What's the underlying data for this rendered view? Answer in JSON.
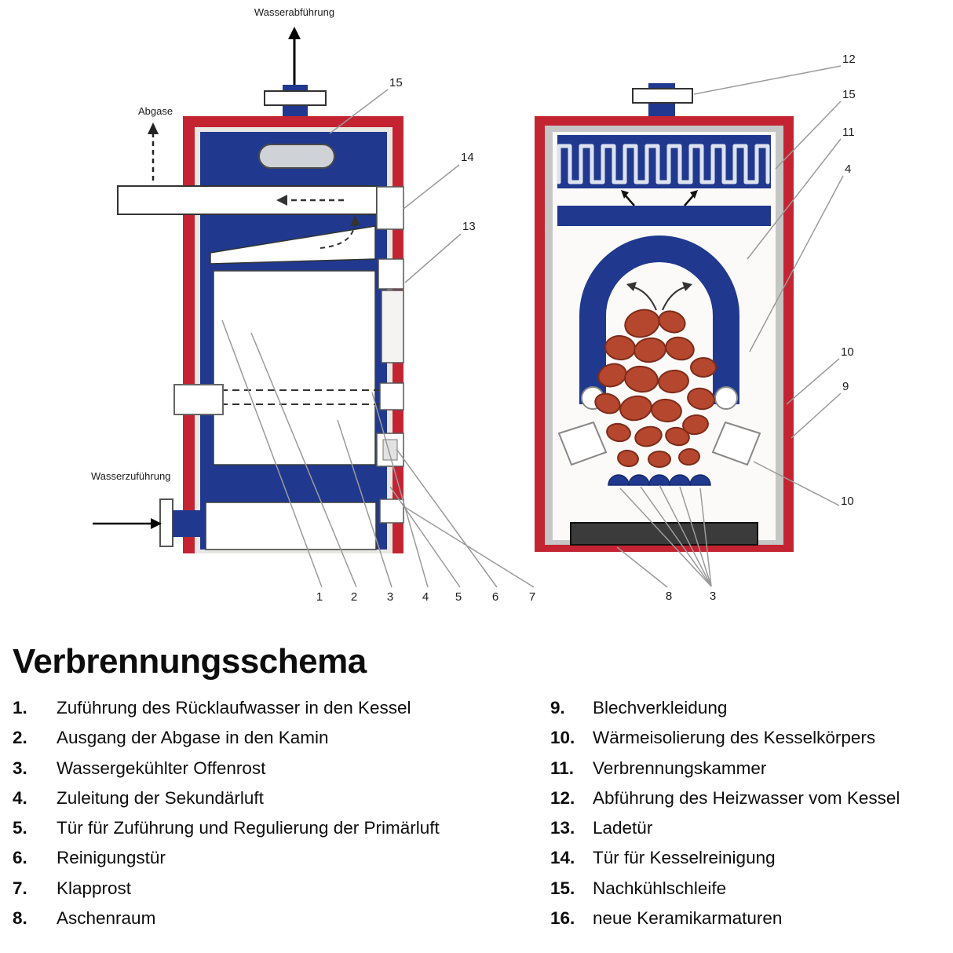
{
  "title": "Verbrennungsschema",
  "diagram": {
    "labels": {
      "water_out": "Wasserabführung",
      "exhaust": "Abgase",
      "water_in": "Wasserzuführung"
    },
    "left_boiler": {
      "callouts": [
        "15",
        "14",
        "13"
      ],
      "bottom_callouts": [
        "1",
        "2",
        "3",
        "4",
        "5",
        "6",
        "7"
      ]
    },
    "right_boiler": {
      "callouts": [
        "12",
        "15",
        "11",
        "4",
        "10",
        "9",
        "10"
      ],
      "bottom_callouts": [
        "8",
        "3"
      ]
    }
  },
  "colors": {
    "frame_red": "#c42432",
    "boiler_blue": "#20398f",
    "insulation_gray": "#c6c6c6",
    "stone_fill": "#b5472e",
    "stone_stroke": "#7e2c1a",
    "callout_line": "#999999",
    "dark_bar": "#3b3b3b"
  },
  "legend": {
    "items_left": [
      {
        "num": "1.",
        "text": "Zuführung des Rücklaufwasser in den Kessel"
      },
      {
        "num": "2.",
        "text": "Ausgang der Abgase in den Kamin"
      },
      {
        "num": "3.",
        "text": "Wassergekühlter Offenrost"
      },
      {
        "num": "4.",
        "text": "Zuleitung der Sekundärluft"
      },
      {
        "num": "5.",
        "text": "Tür für Zuführung und Regulierung der Primärluft"
      },
      {
        "num": "6.",
        "text": "Reinigungstür"
      },
      {
        "num": "7.",
        "text": "Klapprost"
      },
      {
        "num": "8.",
        "text": "Aschenraum"
      }
    ],
    "items_right": [
      {
        "num": "9.",
        "text": "Blechverkleidung"
      },
      {
        "num": "10.",
        "text": "Wärmeisolierung des Kesselkörpers"
      },
      {
        "num": "11.",
        "text": "Verbrennungskammer"
      },
      {
        "num": "12.",
        "text": "Abführung des Heizwasser vom Kessel"
      },
      {
        "num": "13.",
        "text": "Ladetür"
      },
      {
        "num": "14.",
        "text": "Tür für Kesselreinigung"
      },
      {
        "num": "15.",
        "text": "Nachkühlschleife"
      },
      {
        "num": "16.",
        "text": "neue Keramikarmaturen"
      }
    ]
  }
}
